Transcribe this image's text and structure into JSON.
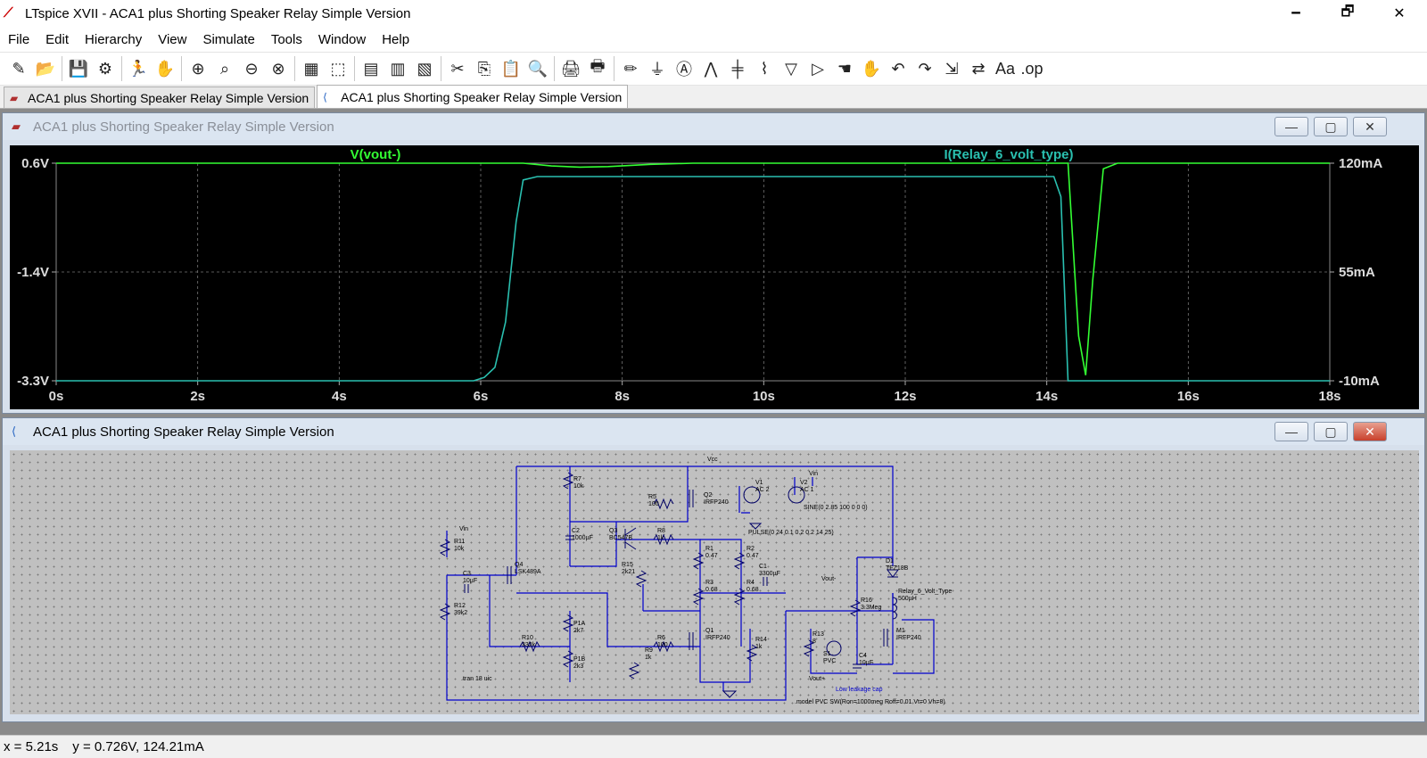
{
  "app": {
    "title": "LTspice XVII - ACA1 plus Shorting Speaker Relay Simple Version"
  },
  "window_controls": {
    "minimize": "🗕",
    "restore": "🗗",
    "close": "✕"
  },
  "menu": [
    "File",
    "Edit",
    "Hierarchy",
    "View",
    "Simulate",
    "Tools",
    "Window",
    "Help"
  ],
  "toolbar_icons": [
    "new-schematic-icon",
    "open-icon",
    "save-icon",
    "control-panel-icon",
    "run-icon",
    "pan-icon",
    "zoom-in-icon",
    "zoom-full-icon",
    "zoom-out-icon",
    "zoom-cancel-icon",
    "autorange-icon",
    "plot-settings-icon",
    "tile-horizontal-icon",
    "cascade-icon",
    "tile-vertical-icon",
    "cut-icon",
    "copy-icon",
    "paste-icon",
    "find-icon",
    "print-setup-icon",
    "print-icon",
    "wire-icon",
    "ground-icon",
    "label-icon",
    "resistor-icon",
    "capacitor-icon",
    "inductor-icon",
    "diode-icon",
    "component-icon",
    "move-icon",
    "drag-icon",
    "undo-icon",
    "redo-icon",
    "rotate-icon",
    "mirror-icon",
    "text-icon",
    "spice-directive-icon"
  ],
  "toolbar_glyphs": [
    "✎",
    "📂",
    "💾",
    "⚙",
    "🏃",
    "✋",
    "⊕",
    "⌕",
    "⊖",
    "⊗",
    "▦",
    "⬚",
    "▤",
    "▥",
    "▧",
    "✂",
    "⎘",
    "📋",
    "🔍",
    "🖨",
    "🖶",
    "✏",
    "⏚",
    "Ⓐ",
    "⋀",
    "╪",
    "⌇",
    "▽",
    "▷",
    "☚",
    "✋",
    "↶",
    "↷",
    "⇲",
    "⇄",
    "Aa",
    ".op"
  ],
  "tabs": [
    {
      "label": "ACA1 plus Shorting Speaker Relay Simple Version",
      "icon": "waveform-icon",
      "active": false
    },
    {
      "label": "ACA1 plus Shorting Speaker Relay Simple Version",
      "icon": "schematic-icon",
      "active": true
    }
  ],
  "plot_window": {
    "title": "ACA1 plus Shorting Speaker Relay Simple Version",
    "buttons": {
      "minimize": "—",
      "maximize": "▢",
      "close": "✕"
    }
  },
  "schematic_window": {
    "title": "ACA1 plus Shorting Speaker Relay Simple Version",
    "buttons": {
      "minimize": "—",
      "maximize": "▢",
      "close": "✕"
    }
  },
  "chart_data": {
    "type": "line",
    "x": [
      0,
      2,
      4,
      6,
      8,
      10,
      12,
      14,
      16,
      18
    ],
    "xunit": "s",
    "left_axis": {
      "ticks": [
        "0.6V",
        "-1.4V",
        "-3.3V"
      ],
      "ylim": [
        -3.3,
        0.6
      ]
    },
    "right_axis": {
      "ticks": [
        "120mA",
        "55mA",
        "-10mA"
      ],
      "ylim": [
        -10,
        120
      ]
    },
    "x_tick_labels": [
      "0s",
      "2s",
      "4s",
      "6s",
      "8s",
      "10s",
      "12s",
      "14s",
      "16s",
      "18s"
    ],
    "series": [
      {
        "name": "V(vout-)",
        "axis": "left",
        "color": "#33ff33",
        "points": [
          [
            0,
            0.6
          ],
          [
            6.6,
            0.6
          ],
          [
            7,
            0.55
          ],
          [
            7.4,
            0.53
          ],
          [
            7.8,
            0.54
          ],
          [
            8.4,
            0.58
          ],
          [
            9,
            0.6
          ],
          [
            14.3,
            0.6
          ],
          [
            14.45,
            -2.5
          ],
          [
            14.55,
            -3.2
          ],
          [
            14.65,
            -1.5
          ],
          [
            14.8,
            0.5
          ],
          [
            15,
            0.6
          ],
          [
            18,
            0.6
          ]
        ]
      },
      {
        "name": "I(Relay_6_volt_type)",
        "axis": "right",
        "color": "#2ac0b0",
        "points": [
          [
            0,
            -10
          ],
          [
            5.9,
            -10
          ],
          [
            6.05,
            -8
          ],
          [
            6.2,
            -2
          ],
          [
            6.35,
            25
          ],
          [
            6.5,
            85
          ],
          [
            6.6,
            110
          ],
          [
            6.8,
            112
          ],
          [
            10,
            112
          ],
          [
            14.1,
            112
          ],
          [
            14.2,
            100
          ],
          [
            14.3,
            -10
          ],
          [
            18,
            -10
          ]
        ]
      }
    ]
  },
  "schematic": {
    "net_labels": [
      "Vcc",
      "Vin",
      "Vin",
      "Vout-",
      "Vout+",
      "Low leakage cap"
    ],
    "components": [
      {
        "ref": "R7",
        "value": "10k"
      },
      {
        "ref": "R5",
        "value": "100"
      },
      {
        "ref": "Q2",
        "value": "IRFP240"
      },
      {
        "ref": "V1",
        "value": "AC 2"
      },
      {
        "ref": "V2",
        "value": "AC 1"
      },
      {
        "ref": "C2",
        "value": "1000µF"
      },
      {
        "ref": "Q3",
        "value": "BC547B"
      },
      {
        "ref": "R8",
        "value": "1k"
      },
      {
        "ref": "R11",
        "value": "10k"
      },
      {
        "ref": "R1",
        "value": "0.47"
      },
      {
        "ref": "R2",
        "value": "0.47"
      },
      {
        "ref": "C1",
        "value": "3300µF"
      },
      {
        "ref": "R15",
        "value": "2k21"
      },
      {
        "ref": "Q4",
        "value": "LSK489A"
      },
      {
        "ref": "C3",
        "value": "10µF"
      },
      {
        "ref": "D1",
        "value": "TFZ18B"
      },
      {
        "ref": "R3",
        "value": "0.68"
      },
      {
        "ref": "R4",
        "value": "0.68"
      },
      {
        "ref": "R12",
        "value": "39k2"
      },
      {
        "ref": "Relay_6_Volt_Type",
        "value": "500µH"
      },
      {
        "ref": "R16",
        "value": "3.3Meg"
      },
      {
        "ref": "P1A",
        "value": "2k7"
      },
      {
        "ref": "R10",
        "value": "332k"
      },
      {
        "ref": "R6",
        "value": "100"
      },
      {
        "ref": "Q1",
        "value": "IRFP240"
      },
      {
        "ref": "R14",
        "value": "1k"
      },
      {
        "ref": "R13",
        "value": "8"
      },
      {
        "ref": "S1",
        "value": "PVC"
      },
      {
        "ref": "M1",
        "value": "IRFP240"
      },
      {
        "ref": "P1B",
        "value": "2k3"
      },
      {
        "ref": "R9",
        "value": "1k"
      },
      {
        "ref": "C4",
        "value": "10µF"
      }
    ],
    "directives": [
      "SINE(0 2.85 100 0 0 0)",
      "PULSE(0 24 0.1 0.2 0.2 14 25)",
      ".tran 18 uic",
      ".model PVC SW(Ron=1000meg Roff=0.01 Vt=0 Vh=8)"
    ]
  },
  "status": {
    "x": "x = 5.21s",
    "y": "y = 0.726V, 124.21mA"
  }
}
